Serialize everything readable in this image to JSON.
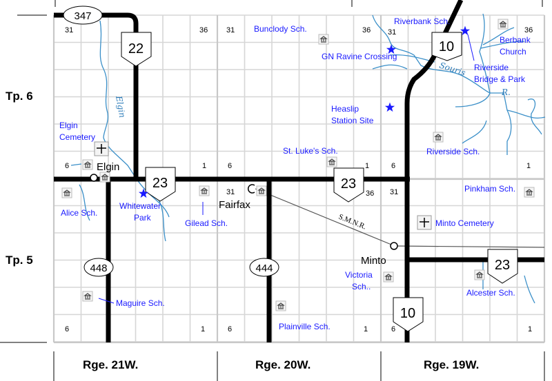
{
  "colors": {
    "place": "#1a1aff",
    "river": "#3a8fc8",
    "road": "#000000",
    "grid": "#d6d6d6"
  },
  "townships": [
    "Tp. 6",
    "Tp. 5"
  ],
  "ranges": [
    "Rge. 21W.",
    "Rge. 20W.",
    "Rge. 19W."
  ],
  "highways": {
    "h347": "347",
    "h22": "22",
    "h23a": "23",
    "h23b": "23",
    "h23c": "23",
    "h10a": "10",
    "h10b": "10",
    "h448": "448",
    "h444": "444"
  },
  "towns": {
    "elgin": "Elgin",
    "fairfax": "Fairfax",
    "minto": "Minto"
  },
  "railway": "S.M.N.R.",
  "rivers": {
    "elgin": "Elgin",
    "souris": "Souris",
    "r": "R."
  },
  "places": {
    "bunclody": "Bunclody Sch.",
    "riverbank": "Riverbank Sch.",
    "berbank1": "Berbank",
    "berbank2": "Church",
    "gn_ravine": "GN Ravine Crossing",
    "riverside_bridge1": "Riverside",
    "riverside_bridge2": "Bridge & Park",
    "heaslip1": "Heaslip",
    "heaslip2": "Station Site",
    "elgin_cem1": "Elgin",
    "elgin_cem2": "Cemetery",
    "st_lukes": "St. Luke's Sch.",
    "riverside_sch": "Riverside Sch.",
    "pinkham": "Pinkham Sch.",
    "alice": "Alice Sch.",
    "whitewater1": "Whitewater",
    "whitewater2": "Park",
    "gilead": "Gilead Sch.",
    "minto_cem": "Minto Cemetery",
    "victoria1": "Victoria",
    "victoria2": "Sch..",
    "alcester": "Alcester Sch.",
    "maguire": "Maguire Sch.",
    "plainville": "Plainville Sch."
  },
  "sections": {
    "s31": "31",
    "s36": "36",
    "s6": "6",
    "s1": "1"
  }
}
